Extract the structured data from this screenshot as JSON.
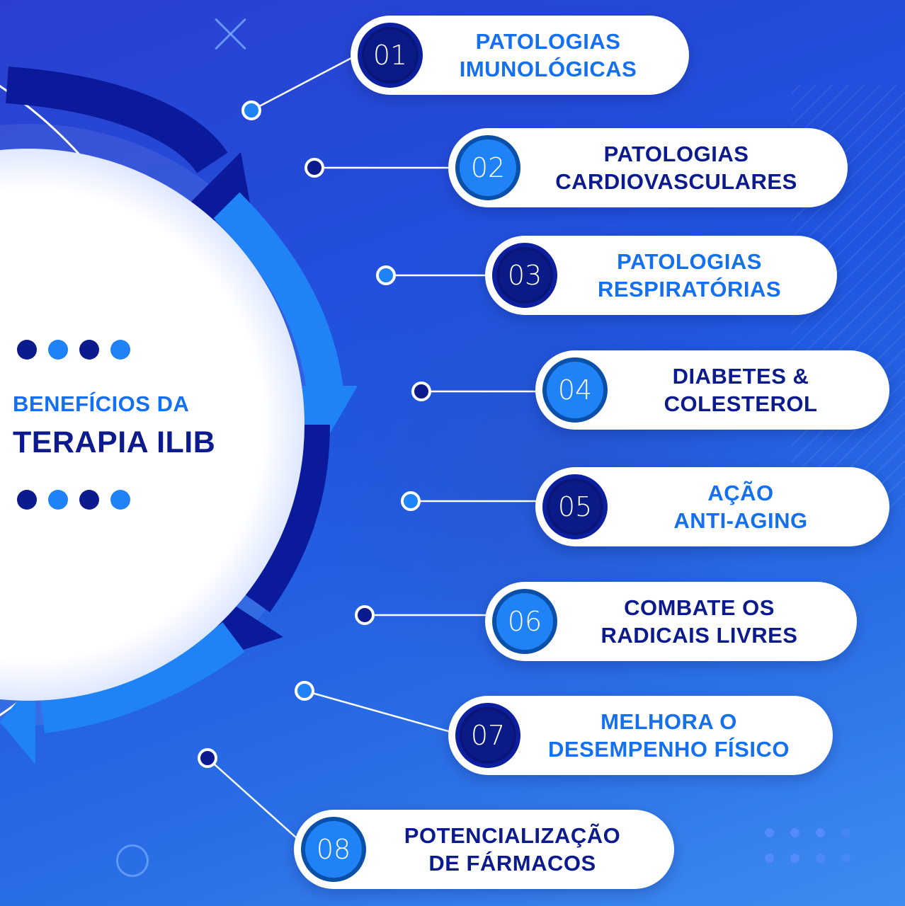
{
  "title": {
    "line1": "BENEFÍCIOS DA",
    "line2": "TERAPIA ILIB"
  },
  "colors": {
    "navy": "#0b1a8c",
    "accent_blue": "#1570f0",
    "light_blue": "#1f82f6",
    "white": "#ffffff"
  },
  "items": [
    {
      "number": "01",
      "line1": "PATOLOGIAS",
      "line2": "IMUNOLÓGICAS",
      "text_color": "blue",
      "badge": "dark"
    },
    {
      "number": "02",
      "line1": "PATOLOGIAS",
      "line2": "CARDIOVASCULARES",
      "text_color": "navy",
      "badge": "light"
    },
    {
      "number": "03",
      "line1": "PATOLOGIAS",
      "line2": "RESPIRATÓRIAS",
      "text_color": "blue",
      "badge": "dark"
    },
    {
      "number": "04",
      "line1": "DIABETES &",
      "line2": "COLESTEROL",
      "text_color": "navy",
      "badge": "light"
    },
    {
      "number": "05",
      "line1": "AÇÃO",
      "line2": "ANTI-AGING",
      "text_color": "blue",
      "badge": "dark"
    },
    {
      "number": "06",
      "line1": "COMBATE OS",
      "line2": "RADICAIS LIVRES",
      "text_color": "navy",
      "badge": "light"
    },
    {
      "number": "07",
      "line1": "MELHORA O",
      "line2": "DESEMPENHO FÍSICO",
      "text_color": "blue",
      "badge": "dark"
    },
    {
      "number": "08",
      "line1": "POTENCIALIZAÇÃO",
      "line2": "DE FÁRMACOS",
      "text_color": "navy",
      "badge": "light"
    }
  ],
  "icons": [
    "clockwise-arrows-icon",
    "close-x-icon",
    "ring-icon",
    "dot-grid-icon"
  ]
}
